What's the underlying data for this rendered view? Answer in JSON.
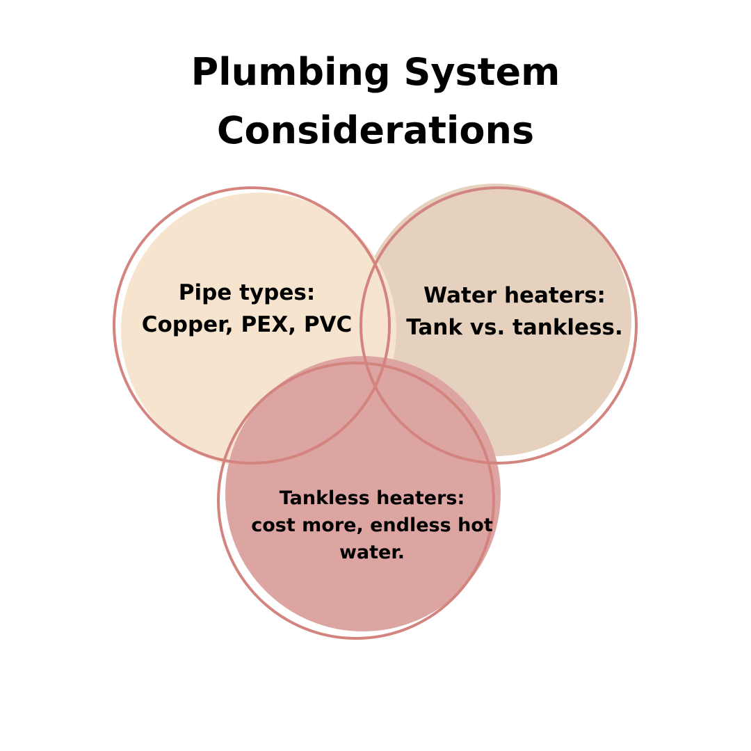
{
  "title": {
    "line1": "Plumbing System",
    "line2": "Considerations"
  },
  "circles": [
    {
      "id": "pipe-types",
      "lines": [
        "Pipe types:",
        "Copper, PEX, PVC"
      ],
      "fill": "#F7E4CE"
    },
    {
      "id": "water-heaters",
      "lines": [
        "Water heaters:",
        "Tank vs. tankless."
      ],
      "fill": "#E5D1BD"
    },
    {
      "id": "tankless-heaters",
      "lines": [
        "Tankless heaters:",
        "cost more, endless hot",
        "water."
      ],
      "fill": "#DCA5A1"
    }
  ],
  "colors": {
    "outline": "#D4847F",
    "background": "#FFFFFF",
    "text": "#000000"
  }
}
